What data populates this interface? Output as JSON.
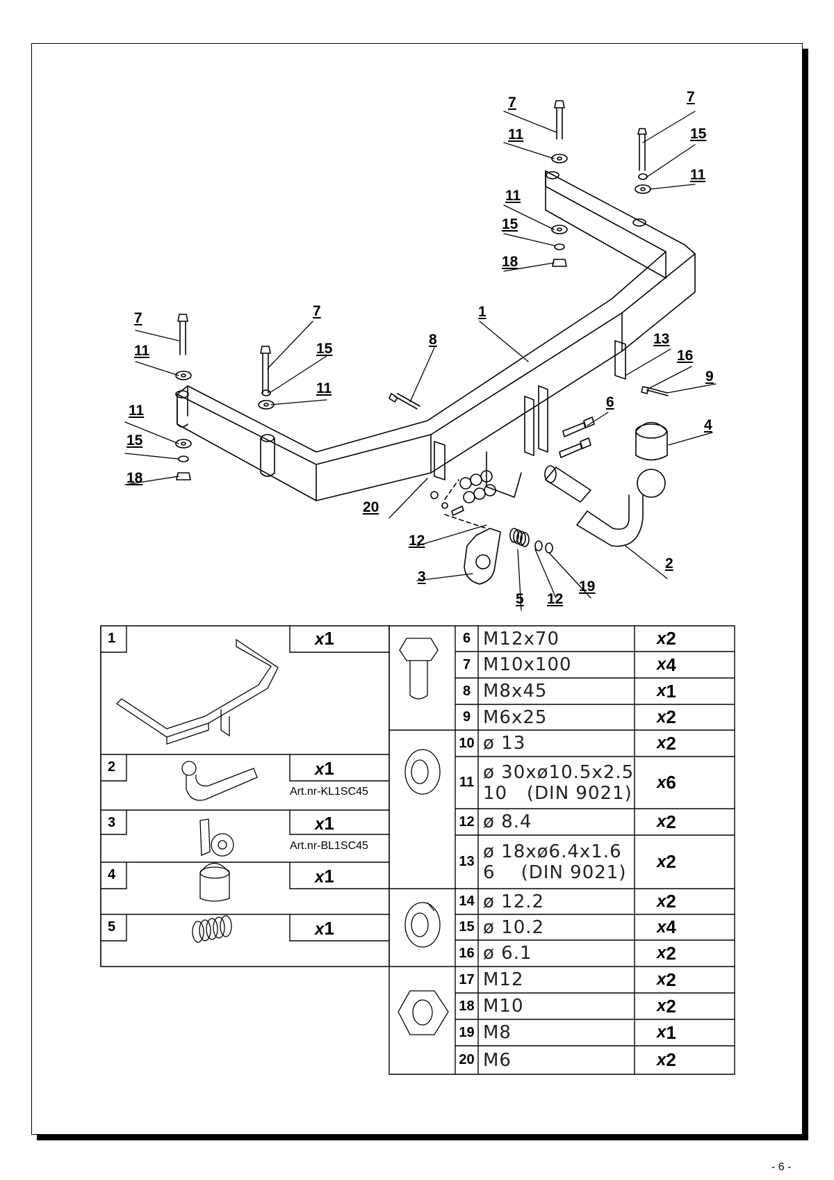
{
  "callouts": [
    "7",
    "7",
    "11",
    "15",
    "11",
    "11",
    "15",
    "18",
    "1",
    "7",
    "7",
    "11",
    "15",
    "11",
    "11",
    "15",
    "18",
    "8",
    "13",
    "16",
    "9",
    "6",
    "4",
    "20",
    "12",
    "3",
    "5",
    "12",
    "19",
    "2"
  ],
  "left_table": [
    {
      "num": "1",
      "qty_x": "x",
      "qty_n": "1",
      "art": ""
    },
    {
      "num": "2",
      "qty_x": "x",
      "qty_n": "1",
      "art": "Art.nr-KL1SC45"
    },
    {
      "num": "3",
      "qty_x": "x",
      "qty_n": "1",
      "art": "Art.nr-BL1SC45"
    },
    {
      "num": "4",
      "qty_x": "x",
      "qty_n": "1",
      "art": ""
    },
    {
      "num": "5",
      "qty_x": "x",
      "qty_n": "1",
      "art": ""
    }
  ],
  "right_table": [
    {
      "num": "6",
      "spec1": "M12x70",
      "spec2": "",
      "qty_x": "x",
      "qty_n": "2"
    },
    {
      "num": "7",
      "spec1": "M10x100",
      "spec2": "",
      "qty_x": "x",
      "qty_n": "4"
    },
    {
      "num": "8",
      "spec1": "M8x45",
      "spec2": "",
      "qty_x": "x",
      "qty_n": "1"
    },
    {
      "num": "9",
      "spec1": "M6x25",
      "spec2": "",
      "qty_x": "x",
      "qty_n": "2"
    },
    {
      "num": "10",
      "spec1": "ø 13",
      "spec2": "",
      "qty_x": "x",
      "qty_n": "2"
    },
    {
      "num": "11",
      "spec1": "ø 30xø10.5x2.5",
      "spec2": "10   (DIN 9021)",
      "qty_x": "x",
      "qty_n": "6"
    },
    {
      "num": "12",
      "spec1": "ø 8.4",
      "spec2": "",
      "qty_x": "x",
      "qty_n": "2"
    },
    {
      "num": "13",
      "spec1": "ø 18xø6.4x1.6",
      "spec2": "6    (DIN 9021)",
      "qty_x": "x",
      "qty_n": "2"
    },
    {
      "num": "14",
      "spec1": "ø 12.2",
      "spec2": "",
      "qty_x": "x",
      "qty_n": "2"
    },
    {
      "num": "15",
      "spec1": "ø 10.2",
      "spec2": "",
      "qty_x": "x",
      "qty_n": "4"
    },
    {
      "num": "16",
      "spec1": "ø 6.1",
      "spec2": "",
      "qty_x": "x",
      "qty_n": "2"
    },
    {
      "num": "17",
      "spec1": "M12",
      "spec2": "",
      "qty_x": "x",
      "qty_n": "2"
    },
    {
      "num": "18",
      "spec1": "M10",
      "spec2": "",
      "qty_x": "x",
      "qty_n": "2"
    },
    {
      "num": "19",
      "spec1": "M8",
      "spec2": "",
      "qty_x": "x",
      "qty_n": "1"
    },
    {
      "num": "20",
      "spec1": "M6",
      "spec2": "",
      "qty_x": "x",
      "qty_n": "2"
    }
  ],
  "part_icons": [
    "tow-bar-frame-icon",
    "ball-arm-icon",
    "socket-plate-icon",
    "ball-cap-icon",
    "spring-icon",
    "bolt-icon",
    "flat-washer-icon",
    "spring-washer-icon",
    "hex-nut-icon"
  ],
  "page_number": "- 6 -"
}
